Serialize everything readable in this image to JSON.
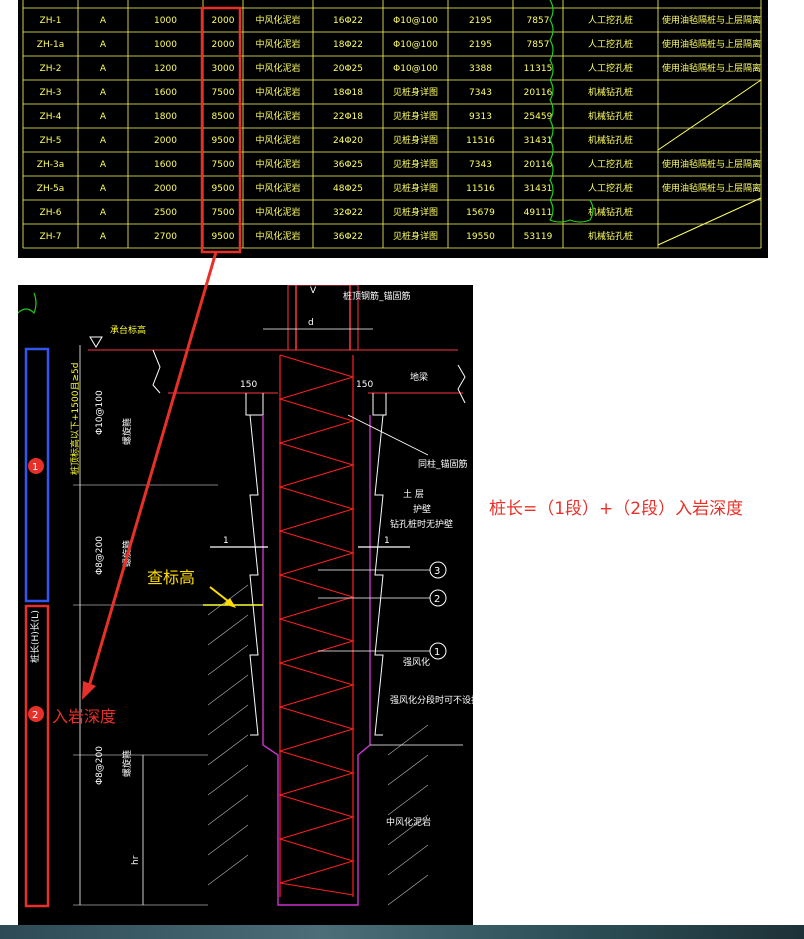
{
  "pile_table": {
    "rows": [
      [
        "ZH-1",
        "A",
        "1000",
        "2000",
        "中风化泥岩",
        "16Φ22",
        "Φ10@100",
        "2195",
        "7857",
        "人工挖孔桩",
        "使用油毡隔桩与上层隔离"
      ],
      [
        "ZH-1a",
        "A",
        "1000",
        "2000",
        "中风化泥岩",
        "18Φ22",
        "Φ10@100",
        "2195",
        "7857",
        "人工挖孔桩",
        "使用油毡隔桩与上层隔离"
      ],
      [
        "ZH-2",
        "A",
        "1200",
        "3000",
        "中风化泥岩",
        "20Φ25",
        "Φ10@100",
        "3388",
        "11315",
        "人工挖孔桩",
        "使用油毡隔桩与上层隔离"
      ],
      [
        "ZH-3",
        "A",
        "1600",
        "7500",
        "中风化泥岩",
        "18Φ18",
        "见桩身详图",
        "7343",
        "20116",
        "机械钻孔桩",
        ""
      ],
      [
        "ZH-4",
        "A",
        "1800",
        "8500",
        "中风化泥岩",
        "22Φ18",
        "见桩身详图",
        "9313",
        "25459",
        "机械钻孔桩",
        ""
      ],
      [
        "ZH-5",
        "A",
        "2000",
        "9500",
        "中风化泥岩",
        "24Φ20",
        "见桩身详图",
        "11516",
        "31431",
        "机械钻孔桩",
        ""
      ],
      [
        "ZH-3a",
        "A",
        "1600",
        "7500",
        "中风化泥岩",
        "36Φ25",
        "见桩身详图",
        "7343",
        "20116",
        "人工挖孔桩",
        "使用油毡隔桩与上层隔离"
      ],
      [
        "ZH-5a",
        "A",
        "2000",
        "9500",
        "中风化泥岩",
        "48Φ25",
        "见桩身详图",
        "11516",
        "31431",
        "人工挖孔桩",
        "使用油毡隔桩与上层隔离"
      ],
      [
        "ZH-6",
        "A",
        "2500",
        "7500",
        "中风化泥岩",
        "32Φ22",
        "见桩身详图",
        "15679",
        "49111",
        "机械钻孔桩",
        ""
      ],
      [
        "ZH-7",
        "A",
        "2700",
        "9500",
        "中风化泥岩",
        "36Φ22",
        "见桩身详图",
        "19550",
        "53119",
        "机械钻孔桩",
        ""
      ]
    ]
  },
  "detail": {
    "top_note": "桩顶钢筋_锚固筋",
    "dim_d": "d",
    "dim_v": "V",
    "elev_mark": "承台标高",
    "dim_150_left": "150",
    "dim_150_right": "150",
    "beam_label": "地梁",
    "anchor_note": "同柱_锚固筋",
    "soil_label": "土 层",
    "wall_label": "护壁",
    "wall_note": "钻孔桩时无护壁",
    "weathered_label": "强风化",
    "weathered_note": "强风化分段时可不设护壁",
    "rock_label": "中风化泥岩",
    "vert_upper_text": "桩顶标高以下+1500且≥5d",
    "stirrup_1": "Φ10@100",
    "stirrup_2": "Φ8@200",
    "stirrup_3": "Φ8@200",
    "stirrup_note": "螺旋箍",
    "pile_len_label": "桩长(H)长(L)",
    "section_mark": "1",
    "hr_label": "hr",
    "callout_3": "3",
    "callout_2": "2",
    "callout_1": "1",
    "callout_2b": "2"
  },
  "annotations": {
    "marker_1": "1",
    "marker_2": "2",
    "check_elev": "查标高",
    "rock_depth": "入岩深度",
    "formula": "桩长=（1段）+（2段）入岩深度"
  },
  "colors": {
    "cad_bg": "#000000",
    "cad_grid": "#ffff66",
    "annotation_red": "#e8302a",
    "annotation_blue": "#3355ee",
    "rebar_red": "#ff2020",
    "pile_magenta": "#cc33cc"
  }
}
